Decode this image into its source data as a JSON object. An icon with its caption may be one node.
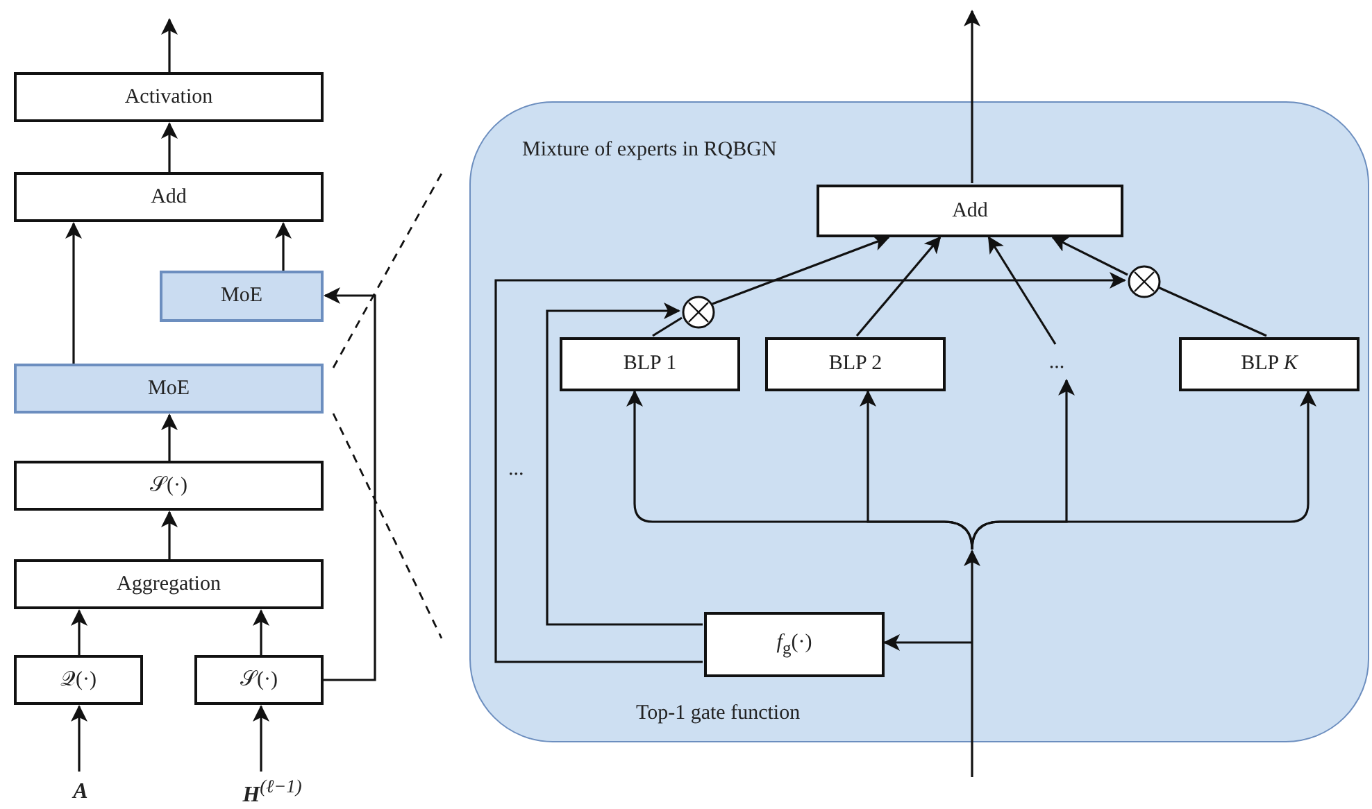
{
  "diagram": {
    "nodes": [
      {
        "text": [
          "Activation"
        ]
      },
      {
        "text": [
          "Add"
        ]
      },
      {
        "text": [
          "MoE"
        ]
      },
      {
        "text": [
          "MoE"
        ]
      },
      {
        "text": [
          "𝒮(·)"
        ]
      },
      {
        "text": [
          "Aggregation"
        ]
      },
      {
        "text": [
          "𝒬(·)"
        ]
      },
      {
        "text": [
          "𝒮(·)"
        ]
      },
      {
        "text": [
          "A"
        ]
      },
      {
        "text": [
          "**H**$^{(ℓ−1)}$"
        ]
      },
      {
        "text": [
          "Mixture of experts in RQBGN"
        ]
      },
      {
        "text": [
          "Add"
        ],
        "in": 10
      },
      {
        "text": [],
        "shape": "circle",
        "in": 10
      },
      {
        "text": [],
        "shape": "circle",
        "in": 10
      },
      {
        "text": [
          "BLP 1"
        ],
        "in": 10
      },
      {
        "text": [
          "BLP 2"
        ],
        "in": 10
      },
      {
        "text": [
          "..."
        ],
        "in": 10
      },
      {
        "text": [
          "BLP *K*"
        ],
        "in": 10
      },
      {
        "text": [
          "*f*$_{g}$(·)"
        ],
        "in": 10,
        "beside": [
          "Top-1 gate function"
        ]
      }
    ],
    "edges": [
      {
        "from": 0,
        "to": null,
        "arrow": "to"
      },
      {
        "from": 1,
        "to": 0,
        "arrow": "to"
      },
      {
        "from": 3,
        "to": 1,
        "arrow": "to"
      },
      {
        "from": 2,
        "to": 1,
        "arrow": "to"
      },
      {
        "from": 4,
        "to": 3,
        "arrow": "to"
      },
      {
        "from": 5,
        "to": 4,
        "arrow": "to"
      },
      {
        "from": 6,
        "to": 5,
        "arrow": "to"
      },
      {
        "from": 7,
        "to": 5,
        "arrow": "to"
      },
      {
        "from": 8,
        "to": 6,
        "arrow": "to"
      },
      {
        "from": 9,
        "to": 7,
        "arrow": "to"
      },
      {
        "from": 7,
        "to": 2,
        "arrow": "to"
      },
      {
        "from": 11,
        "to": null,
        "arrow": "to"
      },
      {
        "from": 14,
        "to": 12,
        "arrow": "none"
      },
      {
        "from": 12,
        "to": 11,
        "arrow": "to"
      },
      {
        "from": 15,
        "to": 11,
        "arrow": "to"
      },
      {
        "from": 16,
        "to": 11,
        "arrow": "to"
      },
      {
        "from": 17,
        "to": 13,
        "arrow": "none"
      },
      {
        "from": 13,
        "to": 11,
        "arrow": "to"
      },
      {
        "from": 18,
        "to": 12,
        "arrow": "to"
      },
      {
        "from": 18,
        "to": 13,
        "arrow": "to"
      },
      {
        "from": null,
        "to": 14,
        "arrow": "to"
      },
      {
        "from": null,
        "to": 15,
        "arrow": "to"
      },
      {
        "from": null,
        "to": 16,
        "arrow": "to"
      },
      {
        "from": null,
        "to": 17,
        "arrow": "to"
      },
      {
        "from": null,
        "to": 18,
        "arrow": "to"
      }
    ],
    "labels": [
      "..."
    ]
  }
}
